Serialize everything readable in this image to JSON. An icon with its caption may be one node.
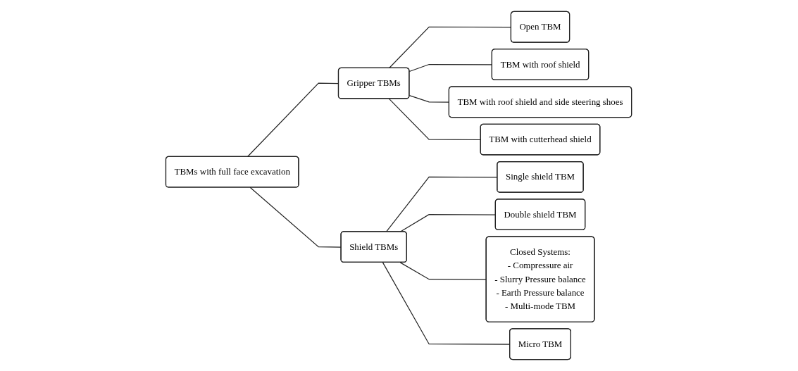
{
  "diagram": {
    "nodes": [
      {
        "text": [
          "TBMs with full face excavation"
        ]
      },
      {
        "text": [
          "Gripper TBMs"
        ]
      },
      {
        "text": [
          "Shield TBMs"
        ]
      },
      {
        "text": [
          "Open TBM"
        ]
      },
      {
        "text": [
          "TBM with roof shield"
        ]
      },
      {
        "text": [
          "TBM with roof shield and side steering shoes"
        ]
      },
      {
        "text": [
          "TBM with cutterhead shield"
        ]
      },
      {
        "text": [
          "Single shield TBM"
        ]
      },
      {
        "text": [
          "Double shield TBM"
        ]
      },
      {
        "text": [
          "Closed Systems:",
          "- Compressure air",
          "- Slurry Pressure balance",
          "- Earth Pressure balance",
          "- Multi-mode TBM"
        ]
      },
      {
        "text": [
          "Micro TBM"
        ]
      }
    ],
    "edges": [
      {
        "from": 0,
        "to": 1,
        "arrow": "none"
      },
      {
        "from": 0,
        "to": 2,
        "arrow": "none"
      },
      {
        "from": 1,
        "to": 3,
        "arrow": "none"
      },
      {
        "from": 1,
        "to": 4,
        "arrow": "none"
      },
      {
        "from": 1,
        "to": 5,
        "arrow": "none"
      },
      {
        "from": 1,
        "to": 6,
        "arrow": "none"
      },
      {
        "from": 2,
        "to": 7,
        "arrow": "none"
      },
      {
        "from": 2,
        "to": 8,
        "arrow": "none"
      },
      {
        "from": 2,
        "to": 9,
        "arrow": "none"
      },
      {
        "from": 2,
        "to": 10,
        "arrow": "none"
      }
    ]
  }
}
